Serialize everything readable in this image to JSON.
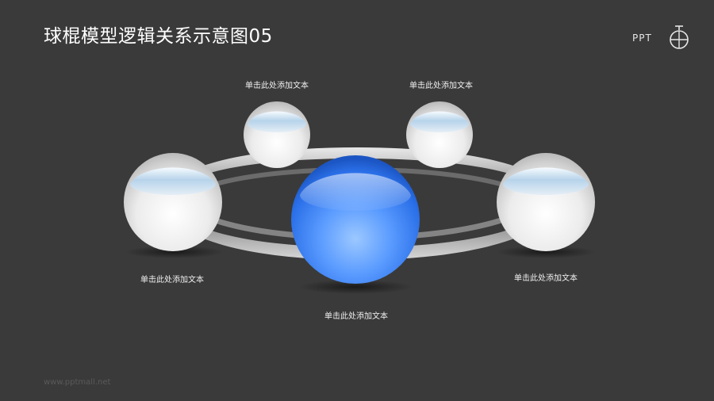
{
  "header": {
    "title": "球棍模型逻辑关系示意图05",
    "logo_text": "PPT"
  },
  "labels": {
    "top_left": "单击此处添加文本",
    "top_right": "单击此处添加文本",
    "left": "单击此处添加文本",
    "right": "单击此处添加文本",
    "center": "单击此处添加文本"
  },
  "footer": {
    "watermark": "www.pptmall.net"
  },
  "colors": {
    "background": "#3a3a3a",
    "center_sphere": "#2a74f0",
    "outer_sphere": "#e8e8e8",
    "ring": "#bdbdbd"
  }
}
